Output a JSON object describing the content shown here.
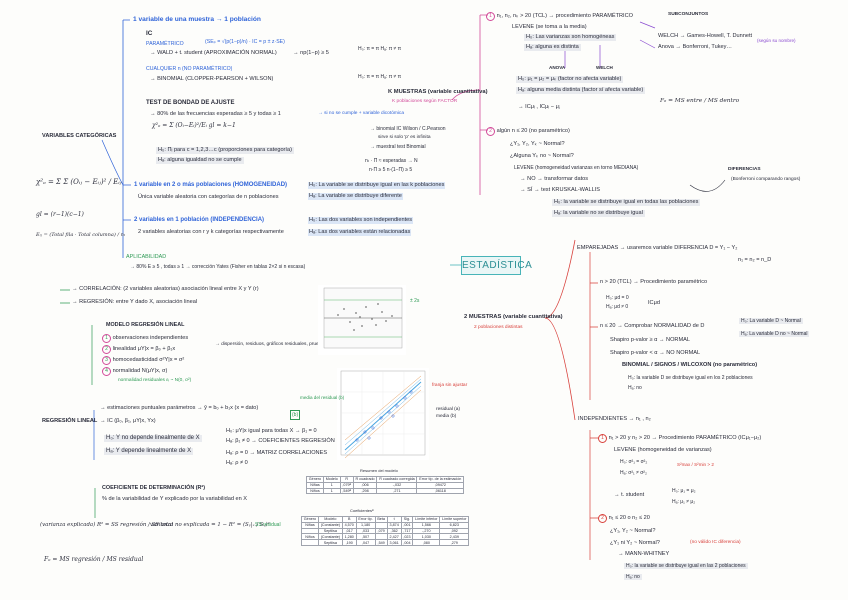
{
  "title": "ESTADÍSTICA",
  "categ": {
    "heading": "VARIABLES CATEGÓRICAS",
    "chi_formula": "χ²ₒ = Σ Σ (Oᵢⱼ − Eᵢⱼ)² / Eᵢⱼ",
    "gl": "gl = (r−1)(c−1)",
    "eij": "Eᵢⱼ = (Total fila · Total columna) / nₜ"
  },
  "one_var": {
    "head": "1 variable de una muestra → 1 población",
    "ic": "IC",
    "param": "PARAMÉTRICO",
    "wald": "→ WALD + t. student (APROXIMACIÓN NORMAL)",
    "se": "(SEₚ = √(p(1−p)/n) · IC = p ± z·SE)",
    "np": "→ np(1−p) ≥ 5",
    "h_a": "H₀: π = π   Hₐ: π ≠ π",
    "noparam": "CUALQUIER n (NO PARAMÉTRICO)",
    "binom": "→ BINOMIAL (CLOPPER-PEARSON + WILSON)",
    "h_b": "H₀: π = π   Hₐ: π ≠ π",
    "gof": "TEST DE BONDAD DE AJUSTE",
    "gof1": "→ 80% de las frecuencias esperadas ≥ 5 y todas ≥ 1",
    "gof_note": "→ si no se cumple + variable dicotómica",
    "chi2": "χ²ₒ = Σ (Oᵢ−Eᵢ)²/Eᵢ   gl = k−1",
    "bin_note": "→ binomial IC Wilson / C.Pearson",
    "bin_note2": "sirve si solo 'p' es infinita",
    "bin_note3": "→ muestral test Binomial",
    "test": "H₀: Πᵢ para c = 1,2,3…c (proporciones para categoría)",
    "testa": "Hₐ: alguna igualdad no se cumple",
    "ntn": "nₜ · Π ≈ esperadas → N",
    "ntn2": "n·Π ≥ 5   n·(1−Π) ≥ 5"
  },
  "two_var": {
    "l1": "1 variable en 2 o más poblaciones (HOMOGENEIDAD)",
    "l1b": "Única variable aleatoria con categorías de n poblaciones",
    "h1": "H₀: La variable se distribuye igual en las k poblaciones",
    "h1b": "Hₐ: La variable se distribuye diferente",
    "l2": "2 variables en 1 población (INDEPENDENCIA)",
    "l2b": "2 variables aleatorias con r y k categorías respectivamente",
    "h2": "H₀: Las dos variables son independientes",
    "h2b": "Hₐ: Las dos variables están relacionadas",
    "aplic": "APLICABILIDAD",
    "aplic1": "→ 80% E ≥ 5 , todas ≥ 1 → corrección Yates (Fisher en tablas 2×2 si n escasa)"
  },
  "reg": {
    "corr": "→ CORRELACIÓN: (2 variables aleatorias) asociación lineal entre X y Y (r)",
    "regr": "→ REGRESIÓN: entre Y dado X, asociación lineal",
    "model": "MODELO REGRESIÓN LINEAL",
    "a1": "observaciones independientes",
    "a2": "linealidad   μY|x = β₀ + β₁x",
    "a3": "homocedasticidad   σ²Y|x = σ²",
    "a4": "normalidad   N(μY|x, σ)",
    "a_note": "→ dispersión, residuos, gráficos residuales, pruebas normalidad",
    "a_note2": "normalidad residuales εᵢ ~ N(0, σ²)",
    "heading": "REGRESIÓN LINEAL",
    "est": "→ estimaciones puntuales parámetros → ŷ = b₀ + b₁x (x = dato)",
    "est2": "→ IC (β₀, β₁, μY|x, Yx)",
    "h0": "H₀: Y no depende linealmente de X",
    "ha": "Hₐ: Y depende linealmente de X",
    "h0b": "H₀: μY|x igual para todas X → β₁ = 0",
    "hab": "Hₐ: β₁ ≠ 0 → COEFICIENTES REGRESIÓN",
    "hac": "Hₐ: ρ = 0 → MATRIZ CORRELACIONES",
    "hac2": "Hₐ: ρ ≠ 0",
    "det": "COEFICIENTE DE DETERMINACIÓN (R²)",
    "det2": "% de la variabilidad de Y explicado por la variabilidad en X",
    "det3": "(varianza explicada) R² = SS regresión / SS total",
    "det4": "varianza no explicada = 1 − R² = (Sᵧ|ₓ / Sᵧ)²",
    "ss": "SS residual",
    "fo": "Fₒ = MS regresión / MS residual",
    "zero": "± 2s",
    "franja": "franja sin ajustar",
    "franja2": "residual (a)",
    "franja3": "media (b)",
    "bmean": "media del residual (b)",
    "bnote": "(b)"
  },
  "kmuestras": {
    "head": "K MUESTRAS (variable cuantitativa)",
    "head2": "K poblaciones según FACTOR",
    "c1": "n₁, n₂, nₖ > 20 (TCL) → procedimiento PARAMÉTRICO",
    "levene": "LEVENE (se toma a la media)",
    "lh0": "H₀: Las varianzas son homogéneas",
    "lha": "Hₐ: alguna es distinta",
    "anova": "ANOVA",
    "welch": "WELCH",
    "mh0": "H₀: μ₁ = μ₂ = μₖ (factor no afecta variable)",
    "mha": "Hₐ: alguna media distinta (factor sí afecta variable)",
    "ic": "→ ICμᵢ , ICμᵢ − μⱼ",
    "subconj": "SUBCONJUNTOS",
    "welch2": "WELCH → Games-Howell, T. Dunnett",
    "anova2": "Anova → Bonferroni, Tukey…",
    "lados": "(según su nombre)",
    "fo": "Fₒ = MS entre / MS dentro",
    "c2": "algún n ≤ 20 (no paramétrico)",
    "y1": "¿Y₁, Y₂, Yₖ ~ Normal?",
    "y2": "¿Alguna Yₖ no ~ Normal?",
    "levene2": "LEVENE (homogeneidad varianzas en torno MEDIANA)",
    "no": "→ NO → transformar datos",
    "si": "→ SÍ → test KRUSKAL-WALLIS",
    "kh0": "H₀: la variable se distribuye igual en todas las poblaciones",
    "kha": "Hₐ: la variable no se distribuye igual",
    "dif": "DIFERENCIAS",
    "dif2": "(Bonferroni comparando rangos)"
  },
  "dos": {
    "head": "2 MUESTRAS (variable cuantitativa)",
    "head2": "2 poblaciones distintas",
    "emp": "EMPAREJADAS → usaremos variable DIFERENCIA   D = Y₁ − Y₂",
    "nn": "n₁ = n₂ = n_D",
    "c1": "n > 20 (TCL) → Procedimiento paramétrico",
    "h0": "H₀: μd = 0",
    "ha": "Hₐ: μd ≠ 0",
    "icmu": "ICμd",
    "c2": "n ≤ 20 → Comprobar NORMALIDAD de D",
    "sh1": "Shapiro p-valor ≥ α → NORMAL",
    "sh2": "Shapiro p-valor < α → NO NORMAL",
    "bin": "BINOMIAL / SIGNOS / WILCOXON (no paramétrico)",
    "dh0": "H₀: La variable D ~ Normal",
    "dha": "Hₐ: La variable D no ~ Normal",
    "bh0": "H₀: la variable D se distribuye igual en los 2 poblaciones",
    "bha": "Hₐ: no",
    "indep": "INDEPENDIENTES → n₁ , n₂",
    "i1": "n₁ > 20 y n₂ > 20 → Procedimiento PARAMÉTRICO (ICμ₁−μ₂)",
    "lev": "LEVENE (homogeneidad de varianzas)",
    "lh0": "H₀: σ²₁ = σ²₂",
    "lha": "Hₐ: σ²₁ ≠ σ²₂",
    "tst": "→ t. student",
    "th0": "H₀: μ₁ = μ₂",
    "tha": "Hₐ: μ₁ ≠ μ₂",
    "note": "S²max / S²min > 2",
    "i2": "n₁ ≤ 20 o n₂ ≤ 20",
    "n1": "¿Y₁, Y₂ ~ Normal?",
    "n2": "¿Y₁ ni Y₂ ~ Normal?",
    "n3": "(no válido IC diferencia)",
    "mw": "→ MANN-WHITNEY",
    "mh0": "H₀: la variable se distribuye igual en las 2 poblaciones",
    "mha": "Hₐ: no"
  },
  "table1": {
    "caption": "Resumen del modelo",
    "headers": [
      "Género",
      "Modelo",
      "R",
      "R cuadrado",
      "R cuadrado corregida",
      "Error típ. de la estimación"
    ],
    "rows": [
      [
        "Niñas",
        "1",
        ",079ª",
        ",006",
        "-,032",
        ",09472"
      ],
      [
        "Niños",
        "1",
        ",549ª",
        ",298",
        ",271",
        ",06118"
      ]
    ]
  },
  "table2": {
    "caption": "Coeficientesª",
    "headers": [
      "Género",
      "Modelo",
      "B",
      "Error típ.",
      "Beta",
      "t",
      "Sig.",
      "Límite inferior",
      "Límite superior"
    ],
    "rows": [
      [
        "Niñas",
        "(Constante)",
        "4,570",
        "1,180",
        "",
        "3,874",
        ",001",
        "1,566",
        "6,823"
      ],
      [
        "",
        "Septlisa",
        ",017",
        ",033",
        ",079",
        ",362",
        ",717",
        "-,270",
        ",092"
      ],
      [
        "Niños",
        "(Constante)",
        "1,280",
        ",507",
        "",
        "2,427",
        ",023",
        "1,030",
        "2,439"
      ],
      [
        "",
        "Septlisa",
        ",190",
        ",047",
        ",549",
        "3,061",
        ",004",
        ",080",
        ",279"
      ]
    ]
  }
}
